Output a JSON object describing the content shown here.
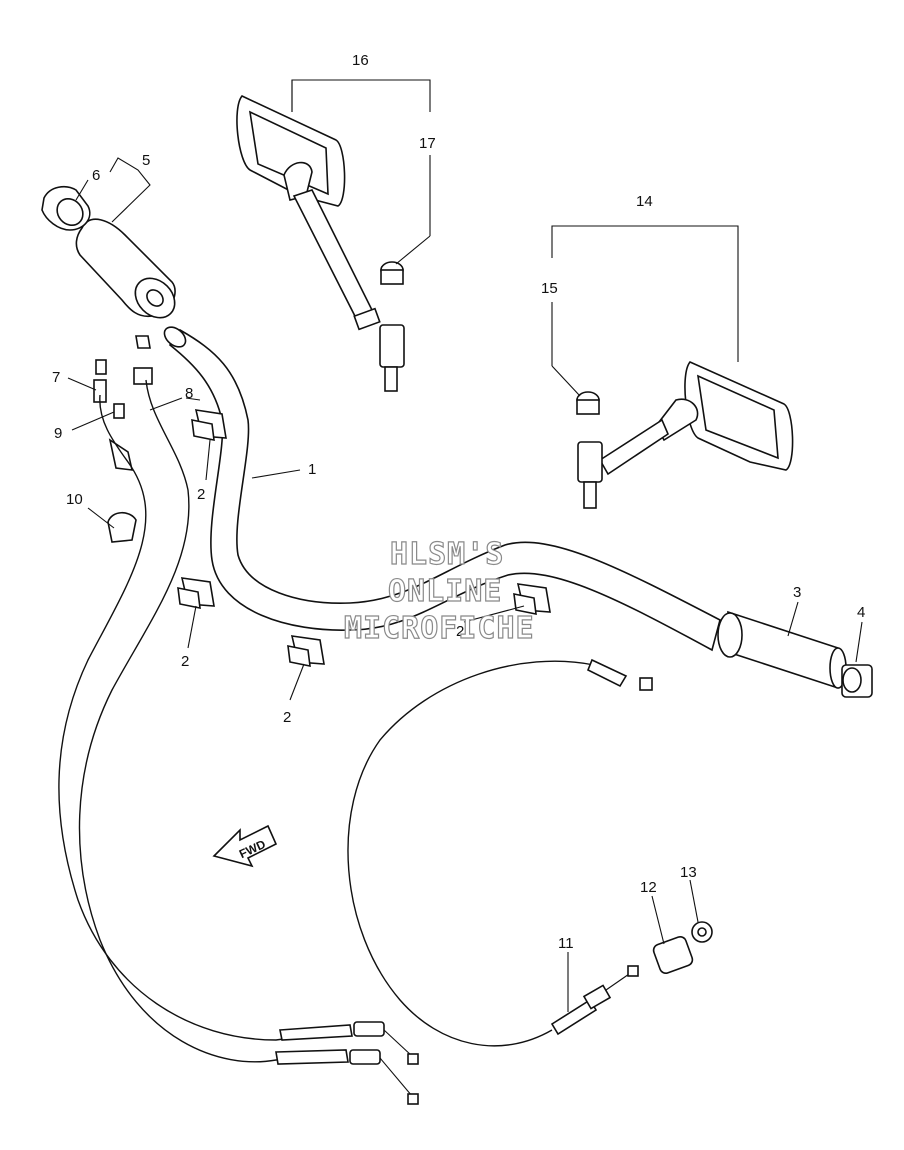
{
  "diagram": {
    "callouts": {
      "c1": "1",
      "c2a": "2",
      "c2b": "2",
      "c2c": "2",
      "c2d": "2",
      "c3": "3",
      "c4": "4",
      "c5": "5",
      "c6": "6",
      "c7": "7",
      "c8": "8",
      "c9": "9",
      "c10": "10",
      "c11": "11",
      "c12": "12",
      "c13": "13",
      "c14": "14",
      "c15": "15",
      "c16": "16",
      "c17": "17"
    },
    "fwd_arrow": "FWD",
    "watermark": [
      "HLSM'S",
      "ONLINE",
      "MICROFICHE"
    ]
  }
}
